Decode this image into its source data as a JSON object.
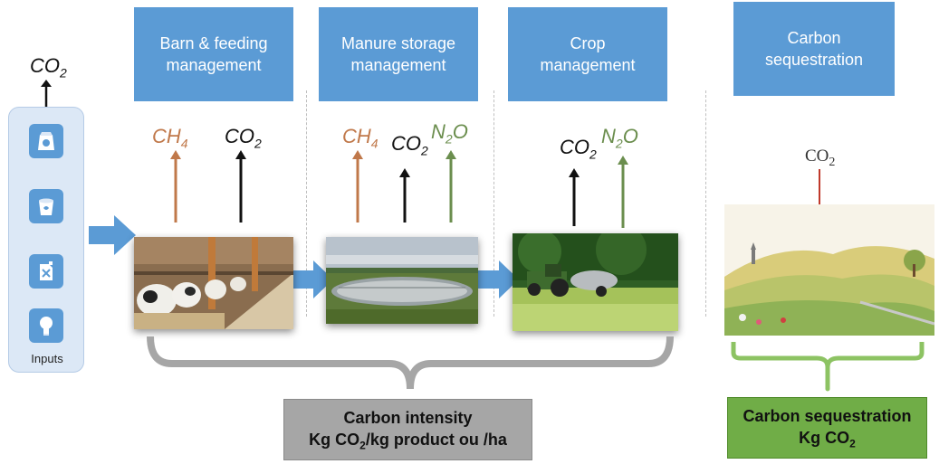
{
  "inputs": {
    "label": "Inputs",
    "emission_gas": "CO",
    "emission_sub": "2",
    "icons": [
      "feed-bag-icon",
      "water-bucket-icon",
      "fuel-can-icon",
      "electricity-bulb-icon"
    ]
  },
  "stages": [
    {
      "title": "Barn & feeding\nmanagement",
      "photo": "barn-photo"
    },
    {
      "title": "Manure storage\nmanagement",
      "photo": "manure-pit-photo"
    },
    {
      "title": "Crop\nmanagement",
      "photo": "tractor-field-photo"
    },
    {
      "title": "Carbon\nsequestration",
      "photo": "landscape-illustration"
    }
  ],
  "gases": {
    "ch4": {
      "base": "CH",
      "sub": "4",
      "color": "#c0784a"
    },
    "co2": {
      "base": "CO",
      "sub": "2",
      "color": "#111111"
    },
    "n2o": {
      "base": "N",
      "sub": "2",
      "tail": "O",
      "color": "#6b8e4e"
    }
  },
  "carbon_intensity": {
    "line1": "Carbon intensity",
    "line2_a": "Kg CO",
    "line2_sub": "2",
    "line2_b": "/kg product ou /ha",
    "fill": "#a6a6a6"
  },
  "carbon_sequestration": {
    "line1": "Carbon sequestration",
    "line2_a": "Kg CO",
    "line2_sub": "2",
    "fill": "#70ad47"
  },
  "colors": {
    "box_blue": "#5b9bd5",
    "arrow_blue": "#5b9bd5",
    "bracket_grey": "#a6a6a6",
    "bracket_green": "#8dc363",
    "red_arrow": "#c0392b"
  }
}
